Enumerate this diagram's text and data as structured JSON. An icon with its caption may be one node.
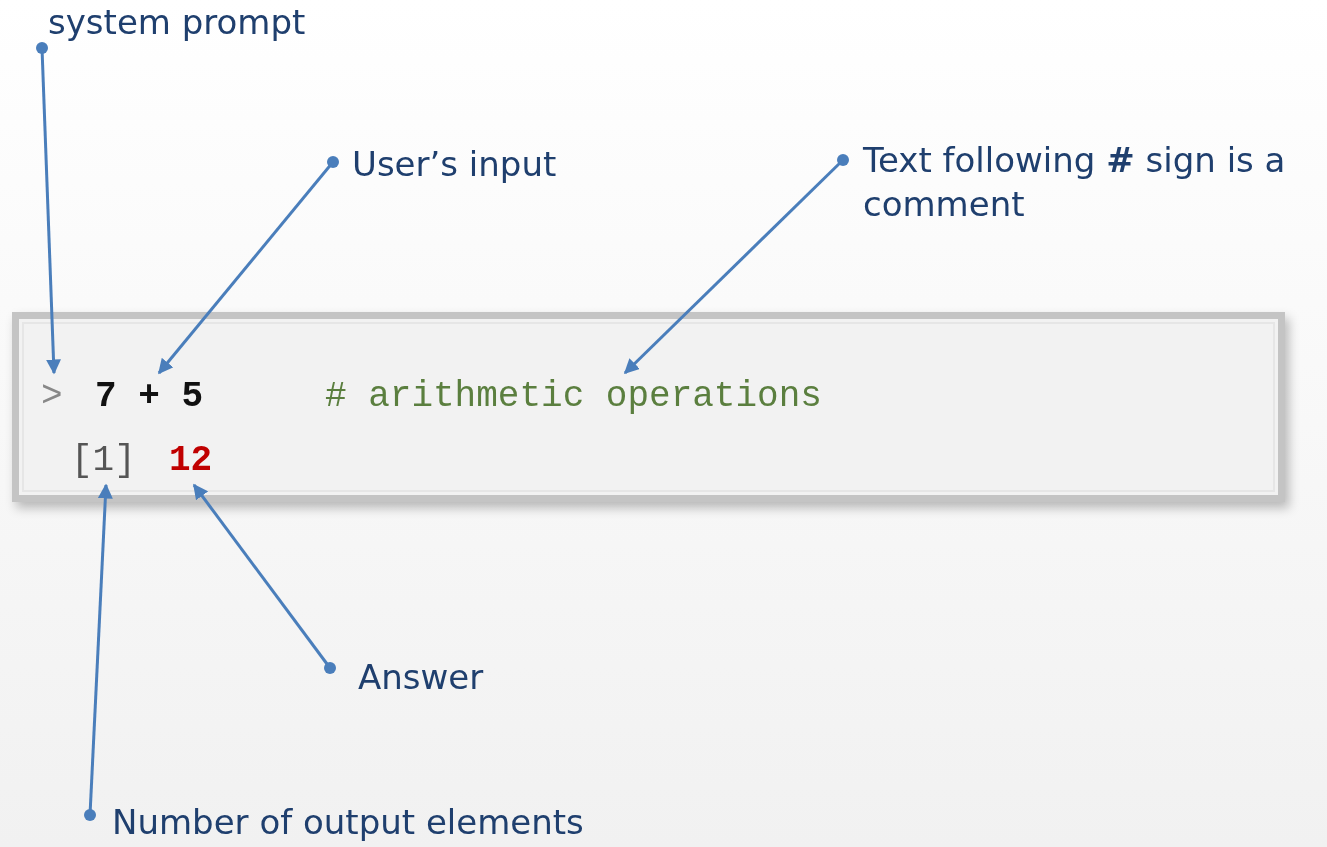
{
  "diagram": {
    "nodes": [
      {
        "text": [],
        "shape": "box"
      },
      {
        "text": [
          ">"
        ],
        "in": 0
      },
      {
        "text": [
          "7 + 5"
        ],
        "in": 0
      },
      {
        "text": [
          "# arithmetic operations"
        ],
        "in": 0
      },
      {
        "text": [
          "[1]"
        ],
        "in": 0
      },
      {
        "text": [
          "12"
        ],
        "in": 0
      },
      {
        "text": [
          "system prompt"
        ]
      },
      {
        "text": [
          "User’s input"
        ]
      },
      {
        "text": [
          "Text following **#** sign is a comment"
        ]
      },
      {
        "text": [
          "Answer"
        ]
      },
      {
        "text": [
          "Number of output elements"
        ]
      }
    ],
    "edges": [
      {
        "from": 6,
        "to": 1,
        "arrow": "to"
      },
      {
        "from": 7,
        "to": 2,
        "arrow": "to"
      },
      {
        "from": 8,
        "to": 3,
        "arrow": "to"
      },
      {
        "from": 9,
        "to": 5,
        "arrow": "to"
      },
      {
        "from": 10,
        "to": 4,
        "arrow": "to"
      }
    ]
  }
}
